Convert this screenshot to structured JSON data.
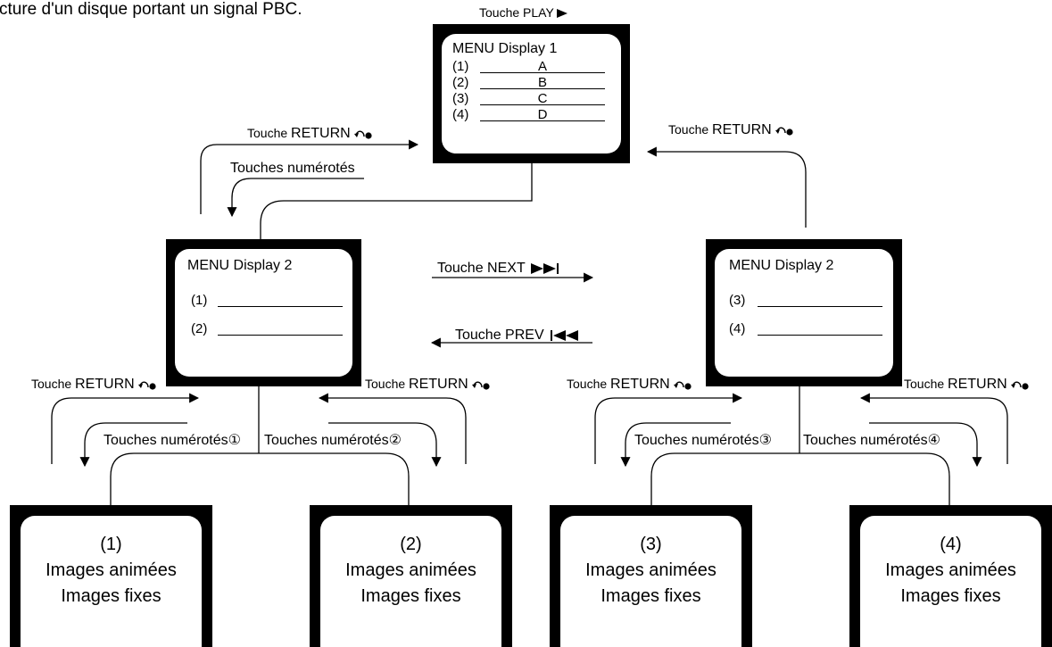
{
  "heading": "cture d'un disque portant un signal PBC.",
  "play_label": "Touche PLAY",
  "return_label_prefix": "Touche ",
  "return_label_key": "RETURN",
  "numbered_label_prefix": "Touches num",
  "numbered_label_suffix": "érotés",
  "numbered_label": "Touches numérotés",
  "next_label": "Touche NEXT",
  "prev_label": "Touche PREV",
  "menu1": {
    "title": "MENU Display 1",
    "rows": [
      {
        "num": "(1)",
        "value": "A"
      },
      {
        "num": "(2)",
        "value": "B"
      },
      {
        "num": "(3)",
        "value": "C"
      },
      {
        "num": "(4)",
        "value": "D"
      }
    ]
  },
  "menu2_left": {
    "title": "MENU Display 2",
    "rows": [
      {
        "num": "(1)"
      },
      {
        "num": "(2)"
      }
    ]
  },
  "menu2_right": {
    "title": "MENU Display 2",
    "rows": [
      {
        "num": "(3)"
      },
      {
        "num": "(4)"
      }
    ]
  },
  "circled": [
    "①",
    "②",
    "③",
    "④"
  ],
  "images": [
    {
      "num": "(1)",
      "line1": "Images animées",
      "line2": "Images fixes"
    },
    {
      "num": "(2)",
      "line1": "Images animées",
      "line2": "Images fixes"
    },
    {
      "num": "(3)",
      "line1": "Images animées",
      "line2": "Images fixes"
    },
    {
      "num": "(4)",
      "line1": "Images animées",
      "line2": "Images fixes"
    }
  ],
  "icons": [
    "play-triangle-icon",
    "return-arrow-icon",
    "next-track-icon",
    "prev-track-icon",
    "arrowhead-icon"
  ]
}
